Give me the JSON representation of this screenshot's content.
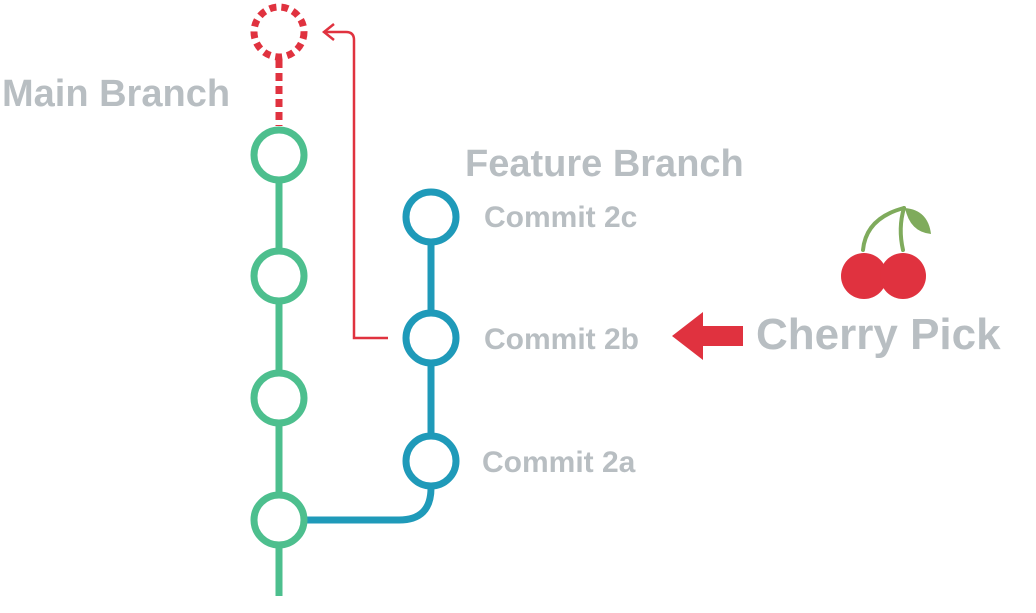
{
  "labels": {
    "main_branch": "Main Branch",
    "feature_branch": "Feature Branch",
    "commit_2c": "Commit 2c",
    "commit_2b": "Commit 2b",
    "commit_2a": "Commit 2a",
    "cherry_pick": "Cherry Pick"
  },
  "colors": {
    "main": "#4dbf8e",
    "feature": "#1f9ab9",
    "pick": "#e0323f",
    "text": "#b8bec2",
    "stem": "#7fab5c"
  },
  "icons": {
    "cherry": "cherry-icon",
    "arrow": "left-arrow-icon"
  }
}
